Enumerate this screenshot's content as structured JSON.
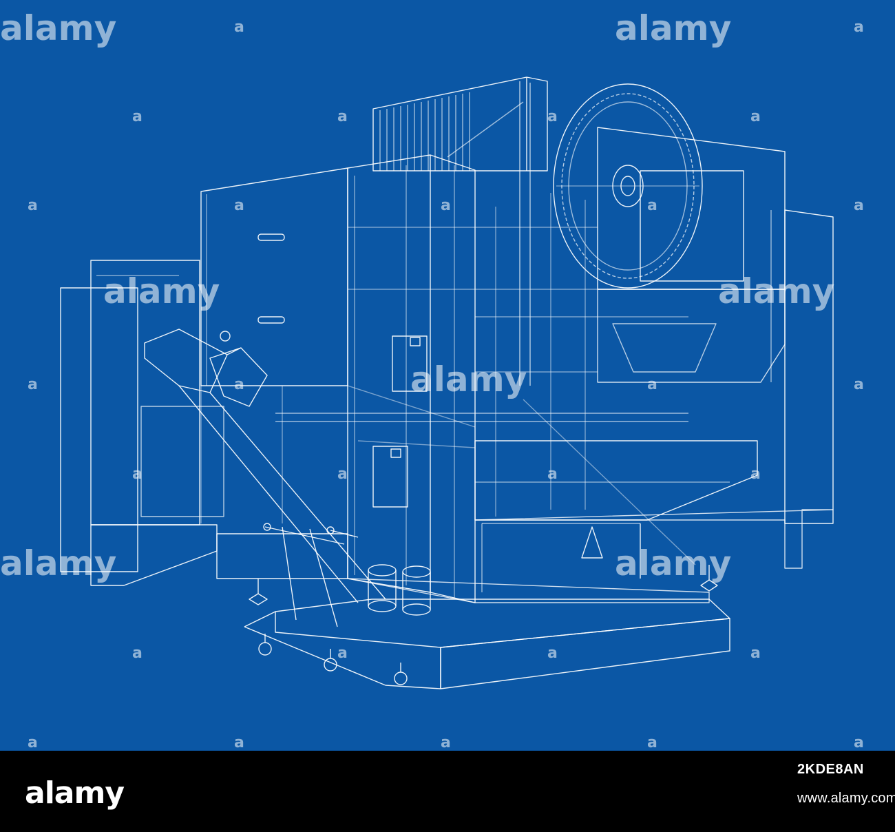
{
  "background_color": "#0b57a5",
  "line_color": "#ffffff",
  "watermark": {
    "brand": "alamy",
    "small_mark": "a"
  },
  "footer": {
    "logo": "alamy",
    "image_id": "2KDE8AN",
    "url": "www.alamy.com"
  }
}
